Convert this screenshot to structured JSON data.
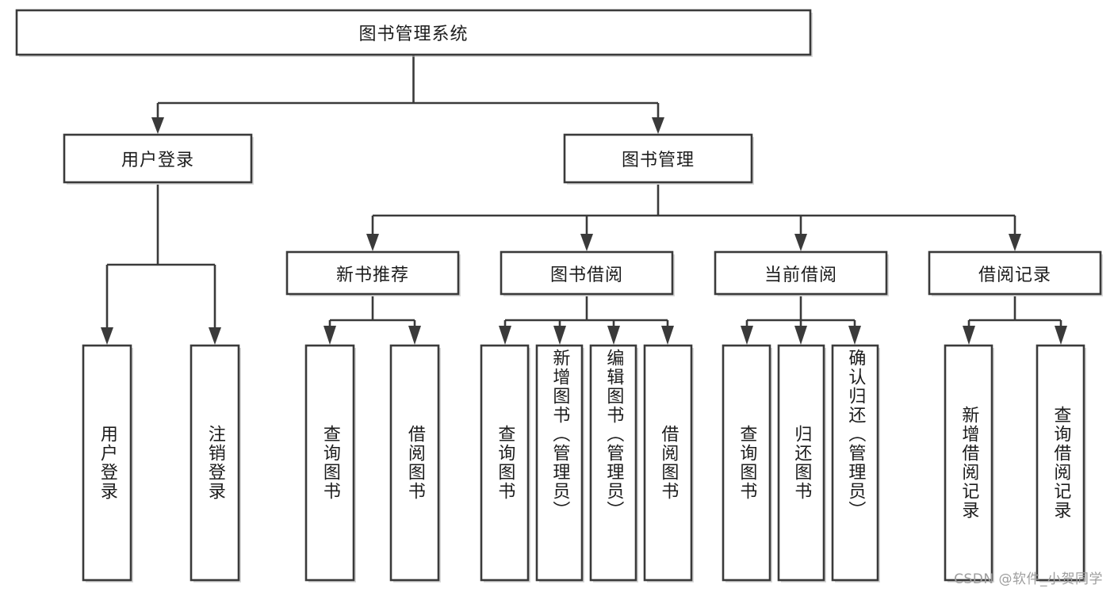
{
  "diagram": {
    "title": "图书管理系统",
    "type": "tree-hierarchy",
    "colors": {
      "box_border": "#3a3a3a",
      "box_fill": "#ffffff",
      "connector": "#3a3a3a",
      "text": "#1c1c1c",
      "watermark": "#9e9e9e",
      "background": "#ffffff"
    },
    "root": {
      "label": "图书管理系统"
    },
    "level2": [
      {
        "label": "用户登录"
      },
      {
        "label": "图书管理"
      }
    ],
    "level3": [
      {
        "label": "新书推荐"
      },
      {
        "label": "图书借阅"
      },
      {
        "label": "当前借阅"
      },
      {
        "label": "借阅记录"
      }
    ],
    "leaves": {
      "user_login": [
        {
          "label": "用户登录"
        },
        {
          "label": "注销登录"
        }
      ],
      "new_book_recommend": [
        {
          "label": "查询图书"
        },
        {
          "label": "借阅图书"
        }
      ],
      "book_borrow": [
        {
          "label": "查询图书"
        },
        {
          "label": "新增图书（管理员）"
        },
        {
          "label": "编辑图书（管理员）"
        },
        {
          "label": "借阅图书"
        }
      ],
      "current_borrow": [
        {
          "label": "查询图书"
        },
        {
          "label": "归还图书"
        },
        {
          "label": "确认归还（管理员）"
        }
      ],
      "borrow_record": [
        {
          "label": "新增借阅记录"
        },
        {
          "label": "查询借阅记录"
        }
      ]
    }
  },
  "watermark": {
    "text": "CSDN @软件_小贺同学"
  }
}
